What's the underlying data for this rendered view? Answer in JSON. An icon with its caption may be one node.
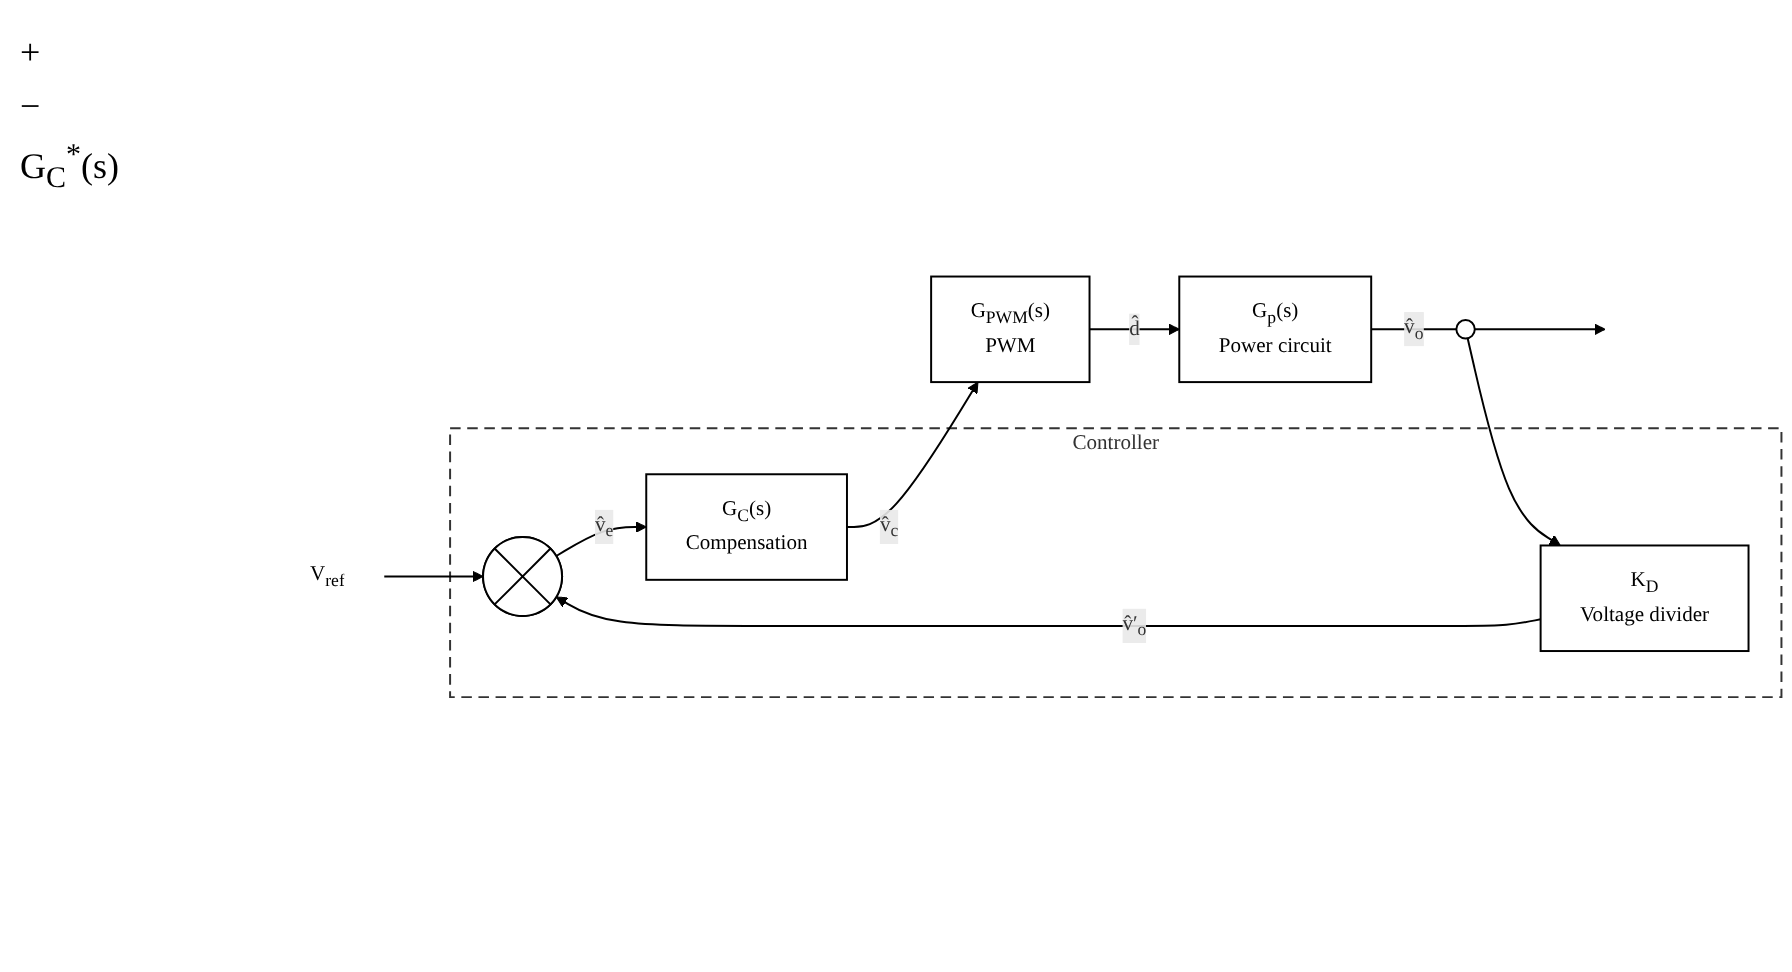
{
  "diagram": {
    "nodes": [
      {
        "text": [
          "Controller"
        ]
      },
      {
        "text": [
          "V$_{ref}$"
        ]
      },
      {
        "text": [],
        "shape": "circle",
        "in": 0
      },
      {
        "text": [
          "G$_{C}$(s)",
          "Compensation"
        ],
        "in": 0
      },
      {
        "text": [
          "K$_{D}$",
          "Voltage divider"
        ],
        "in": 0
      },
      {
        "text": [
          "G$_{PWM}$(s)",
          "PWM"
        ]
      },
      {
        "text": [
          "G$_{p}$(s)",
          "Power circuit"
        ]
      },
      {
        "text": [],
        "shape": "circle"
      }
    ],
    "edges": [
      {
        "from": 1,
        "to": 2,
        "arrow": "to"
      },
      {
        "from": 2,
        "to": 3,
        "arrow": "to",
        "label": "v̂$_{e}$"
      },
      {
        "from": 3,
        "to": 5,
        "arrow": "to",
        "label": "v̂$_{c}$"
      },
      {
        "from": 5,
        "to": 6,
        "arrow": "to",
        "label": "d̂"
      },
      {
        "from": 6,
        "to": 7,
        "arrow": "none",
        "label": "v̂$_{o}$"
      },
      {
        "from": 7,
        "to": null,
        "arrow": "to"
      },
      {
        "from": 7,
        "to": 4,
        "arrow": "to"
      },
      {
        "from": 4,
        "to": 2,
        "arrow": "to",
        "label": "v̂′$_{o}$"
      }
    ],
    "labels": [
      "+",
      "−",
      "G$_{C}$$^{*}$(s)"
    ]
  }
}
